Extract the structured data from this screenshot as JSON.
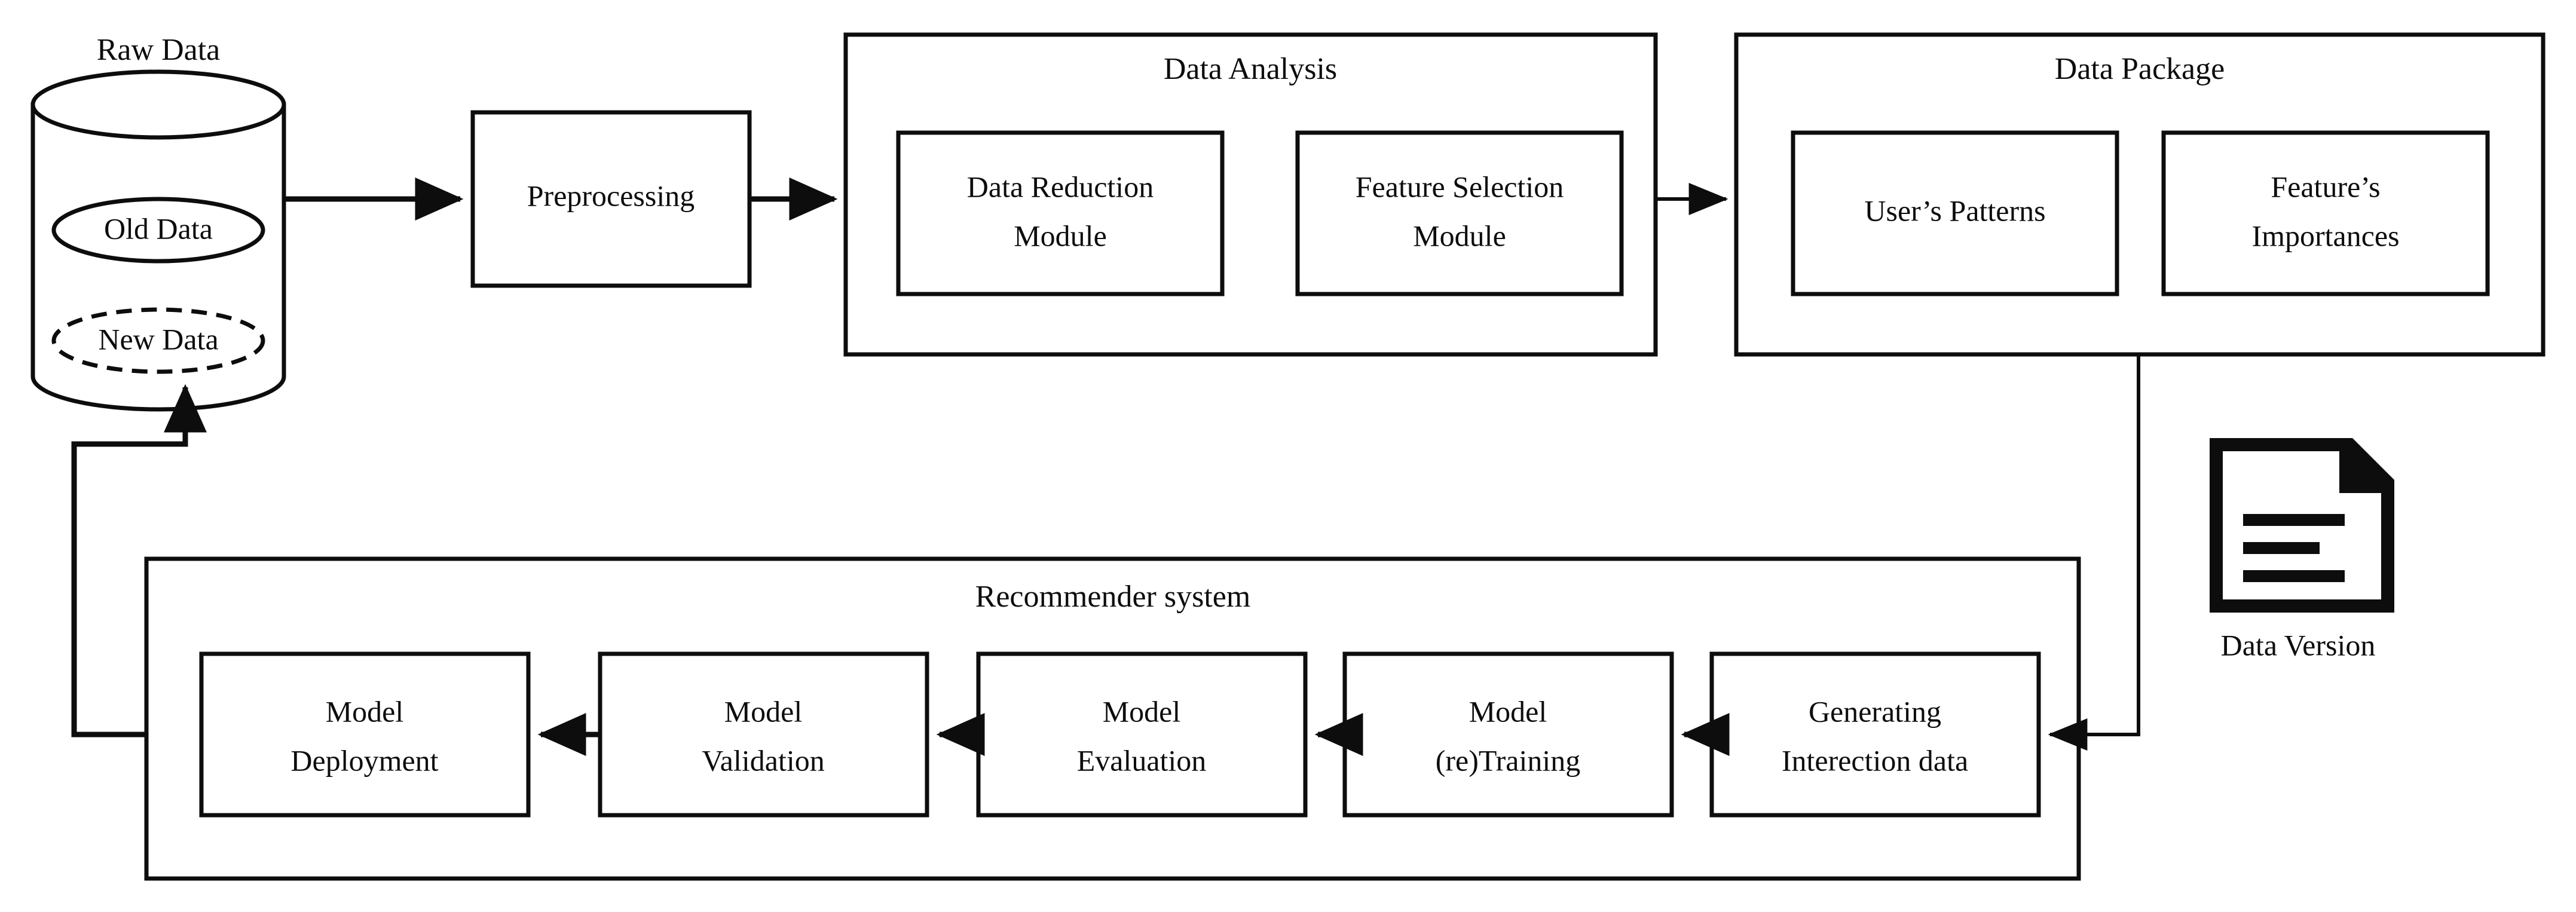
{
  "diagram": {
    "title": "Data pipeline and recommender system retraining loop",
    "colors": {
      "line": "#0d0d0d",
      "text": "#0d0d0d",
      "background": "#ffffff"
    },
    "raw_data": {
      "label": "Raw Data",
      "old_data": "Old Data",
      "new_data": "New Data"
    },
    "preprocessing": {
      "label": "Preprocessing"
    },
    "data_analysis": {
      "title": "Data Analysis",
      "modules": [
        {
          "line1": "Data Reduction",
          "line2": "Module"
        },
        {
          "line1": "Feature Selection",
          "line2": "Module"
        }
      ]
    },
    "data_package": {
      "title": "Data Package",
      "items": [
        {
          "line1": "User’s Patterns",
          "line2": ""
        },
        {
          "line1": "Feature’s",
          "line2": "Importances"
        }
      ]
    },
    "data_version": {
      "label": "Data Version",
      "icon": "document-icon"
    },
    "recommender": {
      "title": "Recommender system",
      "stages": [
        {
          "line1": "Model",
          "line2": "Deployment"
        },
        {
          "line1": "Model",
          "line2": "Validation"
        },
        {
          "line1": "Model",
          "line2": "Evaluation"
        },
        {
          "line1": "Model",
          "line2": "(re)Training"
        },
        {
          "line1": "Generating",
          "line2": "Interection data"
        }
      ]
    }
  }
}
